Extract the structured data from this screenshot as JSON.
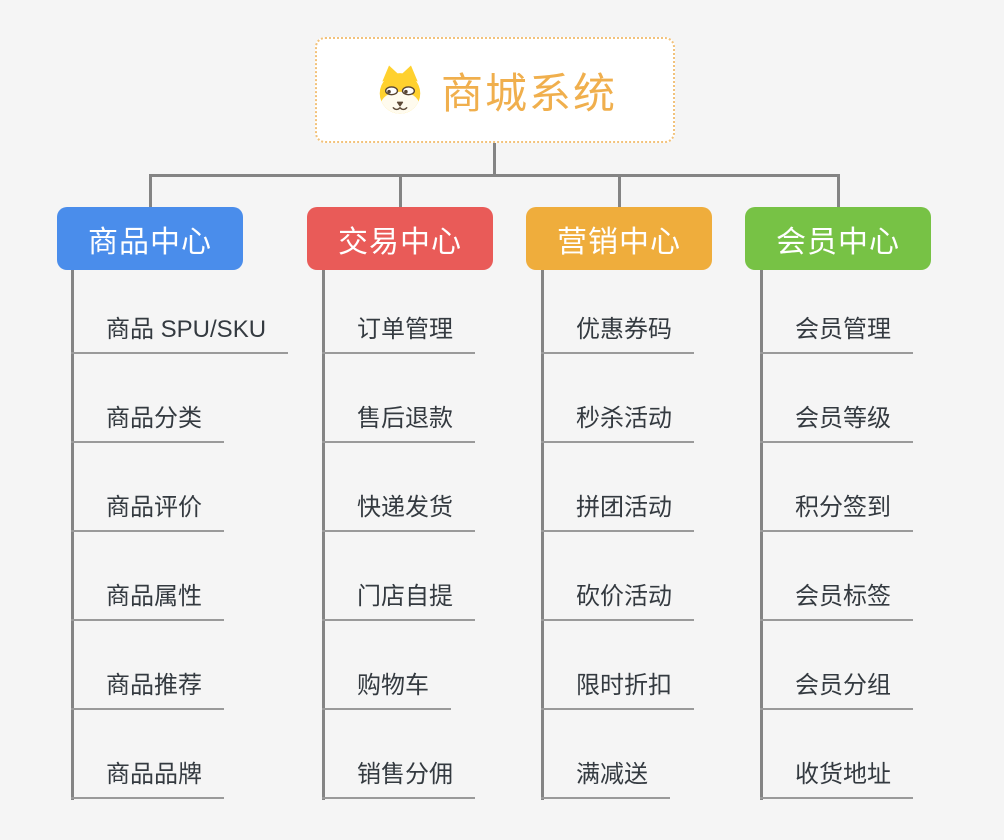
{
  "root": {
    "title": "商城系统",
    "icon": "dog-face-icon",
    "title_color": "#f0af4d",
    "border_color": "#f2c27b"
  },
  "branches": [
    {
      "label": "商品中心",
      "color": "#4a8deb",
      "children": [
        "商品 SPU/SKU",
        "商品分类",
        "商品评价",
        "商品属性",
        "商品推荐",
        "商品品牌"
      ]
    },
    {
      "label": "交易中心",
      "color": "#e95b58",
      "children": [
        "订单管理",
        "售后退款",
        "快递发货",
        "门店自提",
        "购物车",
        "销售分佣"
      ]
    },
    {
      "label": "营销中心",
      "color": "#efad3c",
      "children": [
        "优惠券码",
        "秒杀活动",
        "拼团活动",
        "砍价活动",
        "限时折扣",
        "满减送"
      ]
    },
    {
      "label": "会员中心",
      "color": "#77c245",
      "children": [
        "会员管理",
        "会员等级",
        "积分签到",
        "会员标签",
        "会员分组",
        "收货地址"
      ]
    }
  ],
  "colors": {
    "background": "#f5f5f5",
    "connector_line": "#848484",
    "leaf_underline": "#9a9a9a",
    "leaf_text": "#343a40"
  }
}
